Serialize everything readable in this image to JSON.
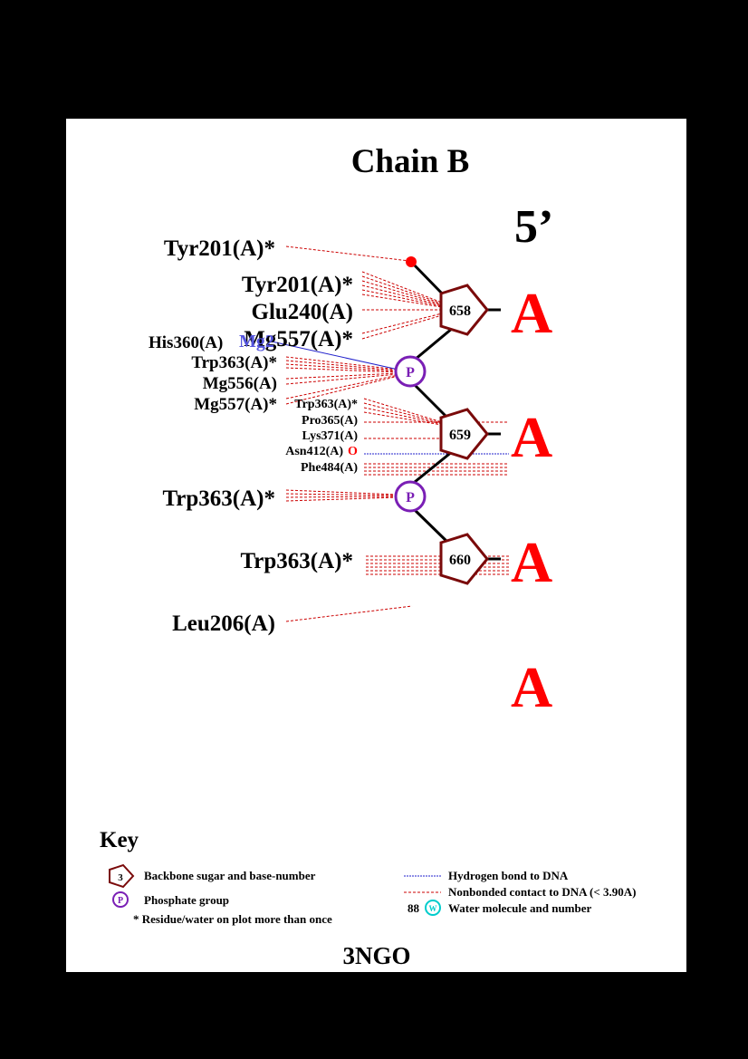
{
  "title": "Chain B",
  "end_label": "5’",
  "pdb_id": "3NGO",
  "colors": {
    "background": "#000000",
    "panel": "#ffffff",
    "sugar": "#7a0a0a",
    "phosphate": "#7a1fb5",
    "base": "#ff0000",
    "nonbonded": "#cc0000",
    "hbond": "#2222cc",
    "metal": "#5555dd",
    "water": "#00cccc"
  },
  "nucleotides": [
    {
      "number": "658",
      "base": "A"
    },
    {
      "number": "659",
      "base": "A"
    },
    {
      "number": "660",
      "base": "A"
    },
    {
      "number": "",
      "base": "A"
    }
  ],
  "phosphate_label": "P",
  "residues": {
    "tyr201_top": "Tyr201(A)*",
    "tyr201_b": "Tyr201(A)*",
    "glu240": "Glu240(A)",
    "mg557_a": "Mg557(A)*",
    "his360": "His360(A)",
    "mg2": "Mg2",
    "trp363_a": "Trp363(A)*",
    "mg556": "Mg556(A)",
    "mg557_b": "Mg557(A)*",
    "trp363_small": "Trp363(A)*",
    "pro365": "Pro365(A)",
    "lys371": "Lys371(A)",
    "asn412": "Asn412(A)",
    "asn412_atom": "O",
    "phe484": "Phe484(A)",
    "trp363_p2": "Trp363(A)*",
    "trp363_660": "Trp363(A)*",
    "leu206": "Leu206(A)"
  },
  "key": {
    "title": "Key",
    "sugar_example": "3",
    "sugar_text": "Backbone sugar and base-number",
    "phosphate_example": "P",
    "phosphate_text": "Phosphate group",
    "star_text": "* Residue/water on plot more than once",
    "hbond_text": "Hydrogen bond to DNA",
    "nonbonded_text": "Nonbonded contact to DNA (< 3.90A)",
    "water_number": "88",
    "water_symbol": "W",
    "water_text": "Water molecule and number"
  }
}
